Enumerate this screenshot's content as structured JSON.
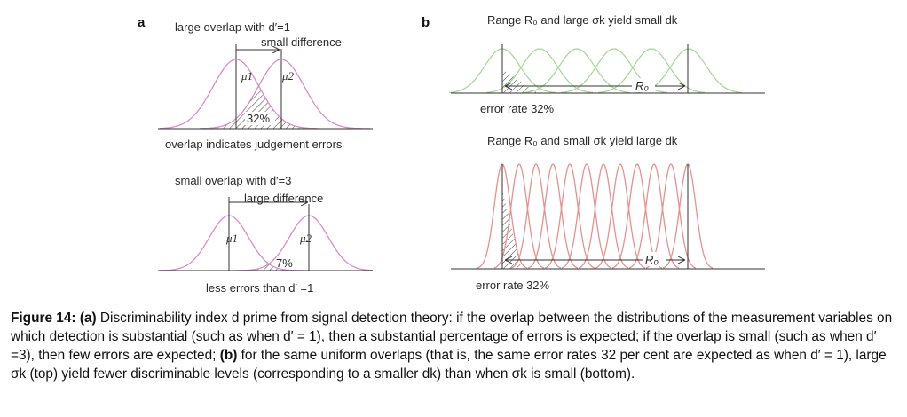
{
  "panel_a": {
    "label": "a",
    "top": {
      "title": "large overlap with d′=1",
      "diff_label": "small difference",
      "mu1": "μ1",
      "mu2": "μ2",
      "overlap_pct": "32%",
      "caption": "overlap indicates judgement errors"
    },
    "bottom": {
      "title": "small overlap with d′=3",
      "diff_label": "large difference",
      "mu1": "μ1",
      "mu2": "μ2",
      "overlap_pct": "7%",
      "caption": "less errors than d′ =1"
    }
  },
  "panel_b": {
    "label": "b",
    "top": {
      "title": "Range R₀ and large σk yield small dk",
      "range_label": "R₀",
      "error_rate": "error rate 32%",
      "curve_color": "#a8d89a"
    },
    "bottom": {
      "title": "Range R₀ and small σk yield large dk",
      "range_label": "R₀",
      "error_rate": "error rate 32%",
      "curve_color": "#e89090"
    }
  },
  "colors": {
    "pink_curve": "#d98cc8",
    "axis": "#333333"
  },
  "caption": {
    "figure_label": "Figure 14:",
    "part_a": "(a)",
    "part_b": "(b)",
    "text1": " Discriminability index d prime from signal detection theory: if the overlap between the distributions of the measurement variables on which detection is substantial (such as when d′ = 1), then a substantial percentage of errors is expected; if the overlap is small (such as when d′ =3), then few errors are expected; ",
    "text2": " for the same uniform overlaps (that is, the same error rates 32 per cent are expected as when d′ = 1), large σk (top) yield fewer discriminable levels (corresponding to a smaller dk) than when σk is small (bottom)."
  }
}
